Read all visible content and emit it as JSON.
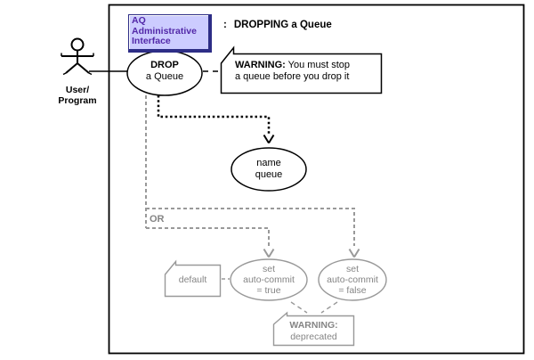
{
  "header": {
    "interface_box": {
      "line1": "AQ Administrative",
      "line2": "Interface"
    },
    "separator": ":",
    "title": "DROPPING a Queue"
  },
  "actor": {
    "label_line1": "User/",
    "label_line2": "Program"
  },
  "nodes": {
    "drop": {
      "line1": "DROP",
      "line2": "a Queue"
    },
    "name_queue": {
      "line1": "name",
      "line2": "queue"
    },
    "set_autocommit_true": {
      "line1": "set",
      "line2": "auto-commit",
      "line3": "= true"
    },
    "set_autocommit_false": {
      "line1": "set",
      "line2": "auto-commit",
      "line3": "= false"
    }
  },
  "notes": {
    "stop_warning": {
      "prefix": "WARNING:",
      "rest": " You must  stop",
      "line2": "a queue before you drop it"
    },
    "default_note": {
      "label": "default"
    },
    "deprecated_warning": {
      "prefix": "WARNING:",
      "line2": "deprecated"
    }
  },
  "labels": {
    "or": "OR"
  },
  "colors": {
    "interface_fill": "#ccccff",
    "interface_border": "#2d2d86",
    "interface_text": "#5228a8",
    "diagram_black": "#000000",
    "diagram_gray": "#999999",
    "gray_text": "#858585"
  }
}
